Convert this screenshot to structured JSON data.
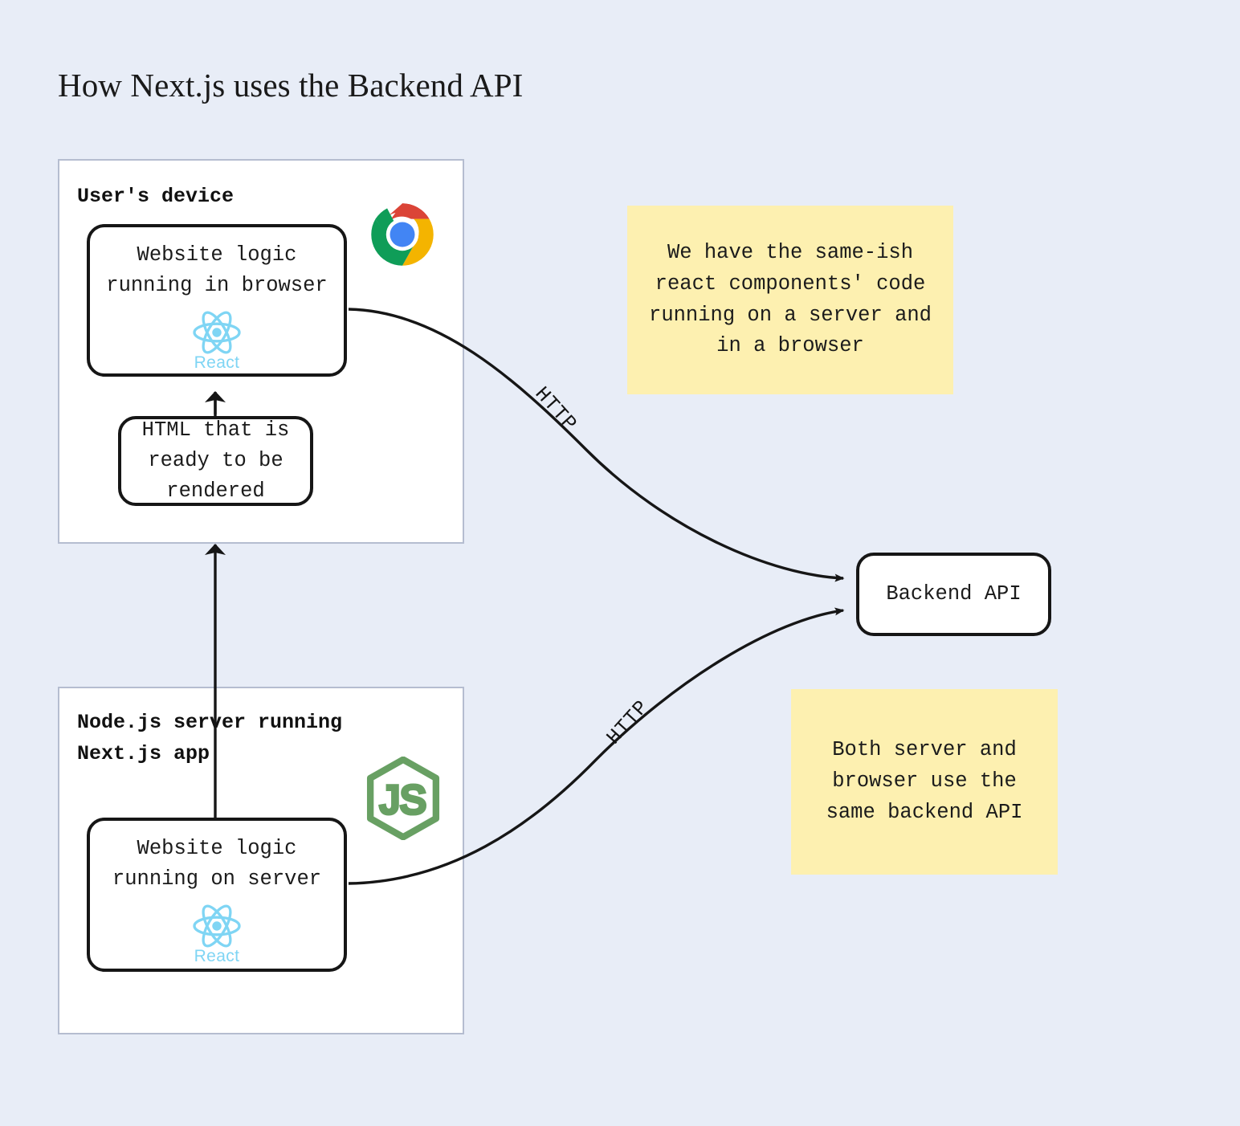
{
  "page": {
    "title": "How Next.js uses the Backend API",
    "background_color": "#e8edf7"
  },
  "containers": [
    {
      "id": "users-device",
      "label": "User's device",
      "logo": "chrome-logo"
    },
    {
      "id": "node-server",
      "label": "Node.js server running\nNext.js app",
      "logo": "nodejs-logo"
    }
  ],
  "nodes": {
    "browser_logic": {
      "text": "Website logic\nrunning in browser",
      "badge": "React"
    },
    "html_ready": {
      "text": "HTML that is\nready to be\nrendered"
    },
    "server_logic": {
      "text": "Website logic\nrunning on server",
      "badge": "React"
    },
    "backend_api": {
      "text": "Backend API"
    }
  },
  "edges": [
    {
      "id": "browser-to-api",
      "label": "HTTP"
    },
    {
      "id": "server-to-api",
      "label": "HTTP"
    }
  ],
  "notes": [
    {
      "id": "note-same-code",
      "text": "We have the same-ish\nreact components' code\nrunning on a server and\nin a browser",
      "color": "#fdf0b0"
    },
    {
      "id": "note-same-backend",
      "text": "Both server and\nbrowser use the\nsame backend API",
      "color": "#fdf0b0"
    }
  ],
  "colors": {
    "background": "#e8edf7",
    "note": "#fdf0b0",
    "stroke": "#161616",
    "container_border": "#b5bdd0",
    "react": "#7fd5f4",
    "node_green": "#68a063",
    "chrome_red": "#db4437",
    "chrome_yellow": "#f4b400",
    "chrome_green": "#0f9d58",
    "chrome_blue": "#4285f4"
  }
}
